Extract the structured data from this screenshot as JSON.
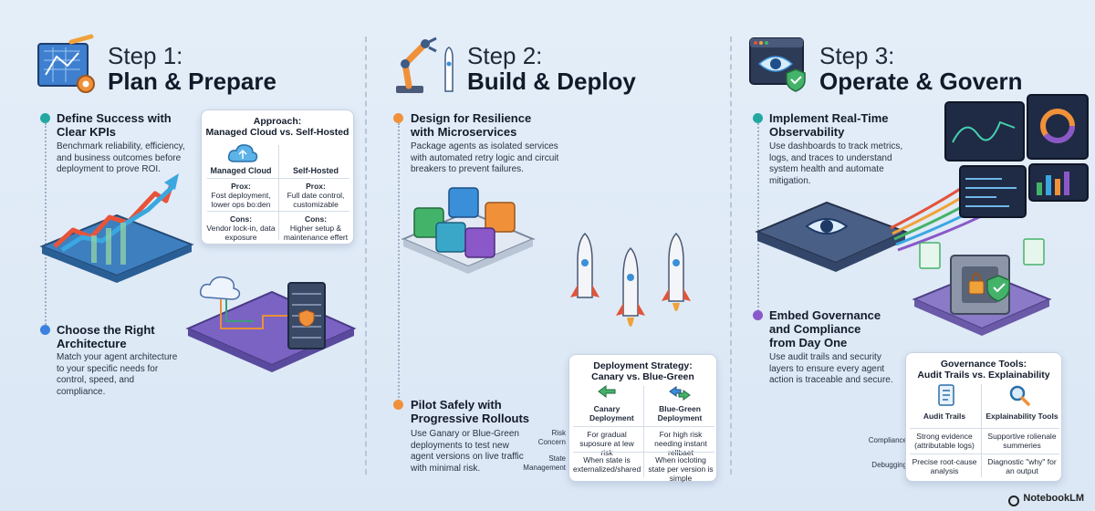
{
  "steps": [
    {
      "label": "Step 1:",
      "title": "Plan & Prepare",
      "sections": [
        {
          "title": "Define Success with Clear KPIs",
          "body": "Benchmark reliability, efficiency, and business outcomes before deployment to prove ROI."
        },
        {
          "title": "Choose the Right Architecture",
          "body": "Match your agent architecture to your specific needs for control, speed, and compliance."
        }
      ],
      "card": {
        "title_line1": "Approach:",
        "title_line2": "Managed Cloud vs. Self-Hosted",
        "left_name": "Managed Cloud",
        "right_name": "Self-Hosted",
        "left_pros_label": "Prox:",
        "left_pros": "Fost deployment, lower ops bo:den",
        "right_pros_label": "Prox:",
        "right_pros": "Full date control, customizable",
        "left_cons_label": "Cons:",
        "left_cons": "Vendor lock-in, data exposure",
        "right_cons_label": "Cons:",
        "right_cons": "Higher setup & maintenance effert"
      }
    },
    {
      "label": "Step 2:",
      "title": "Build & Deploy",
      "sections": [
        {
          "title": "Design for Resilience with Microservices",
          "body": "Package agents as isolated services with automated retry logic and circuit breakers to prevent failures."
        },
        {
          "title": "Pilot Safely with Progressive Rollouts",
          "body": "Use Ganary or Blue-Green deployments to test new agent versions on live traffic with minimal risk."
        }
      ],
      "card": {
        "title_line1": "Deployment Strategy:",
        "title_line2": "Canary vs. Blue-Green",
        "left_name": "Canary Deployment",
        "right_name": "Blue-Green Deployment",
        "row1_label": "Risk Concern",
        "row2_label": "State Management",
        "left_r1": "For gradual suposure at lew risk",
        "right_r1": "For high risk needing instant rellbaet",
        "left_r2": "When state is externalized/shared",
        "right_r2": "When iocloting state per version is simple"
      }
    },
    {
      "label": "Step 3:",
      "title": "Operate & Govern",
      "sections": [
        {
          "title": "Implement Real-Time Observability",
          "body": "Use dashboards to track metrics, logs, and traces to understand system health and automate mitigation."
        },
        {
          "title": "Embed Governance and Compliance from Day One",
          "body": "Use audit trails and security layers to ensure every agent action is traceable and secure."
        }
      ],
      "card": {
        "title_line1": "Governance Tools:",
        "title_line2": "Audit Trails vs. Explainability",
        "left_name": "Audit Trails",
        "right_name": "Explainability Tools",
        "row1_label": "Compliance",
        "row2_label": "Debugging",
        "left_r1": "Strong evidence (attributable logs)",
        "right_r1": "Supportive rolienale summeries",
        "left_r2": "Precise root-cause analysis",
        "right_r2": "Diagnostic \"why\" for an output"
      }
    }
  ],
  "brand": "NotebookLM",
  "colors": {
    "dot1": "#22a8a0",
    "dot2": "#3b82e0",
    "dot3": "#f0913a",
    "dot4": "#8a58c8"
  }
}
